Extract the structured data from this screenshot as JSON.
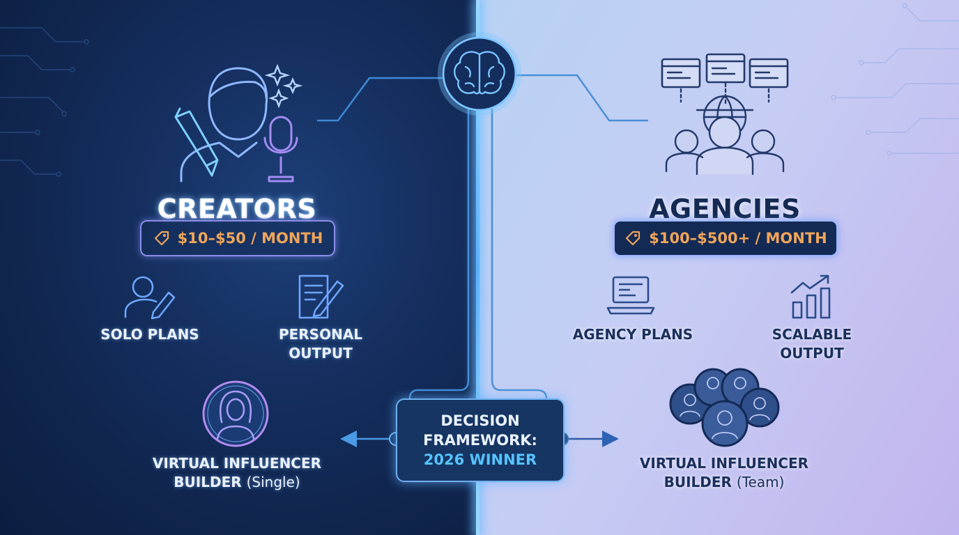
{
  "creators": {
    "title": "CREATORS",
    "price": "$10–$50 / MONTH",
    "features": [
      {
        "icon": "user-edit-icon",
        "label": "SOLO PLANS"
      },
      {
        "icon": "document-edit-icon",
        "label_line1": "PERSONAL",
        "label_line2": "OUTPUT"
      }
    ],
    "builder": {
      "icon": "single-avatar-icon",
      "line1": "VIRTUAL INFLUENCER",
      "line2": "BUILDER",
      "qualifier": "(Single)"
    }
  },
  "agencies": {
    "title": "AGENCIES",
    "price": "$100–$500+ / MONTH",
    "features": [
      {
        "icon": "laptop-icon",
        "label": "AGENCY PLANS"
      },
      {
        "icon": "growth-chart-icon",
        "label_line1": "SCALABLE",
        "label_line2": "OUTPUT"
      }
    ],
    "builder": {
      "icon": "avatar-group-icon",
      "line1": "VIRTUAL INFLUENCER",
      "line2": "BUILDER",
      "qualifier": "(Team)"
    }
  },
  "center": {
    "icon": "brain-icon",
    "decision_line1": "DECISION",
    "decision_line2": "FRAMEWORK:",
    "decision_line3": "2026 WINNER"
  },
  "colors": {
    "left_bg": "#132c5a",
    "right_bg": "#c6cdf4",
    "price_text": "#f0a55a",
    "winner_text": "#56c3ff"
  }
}
